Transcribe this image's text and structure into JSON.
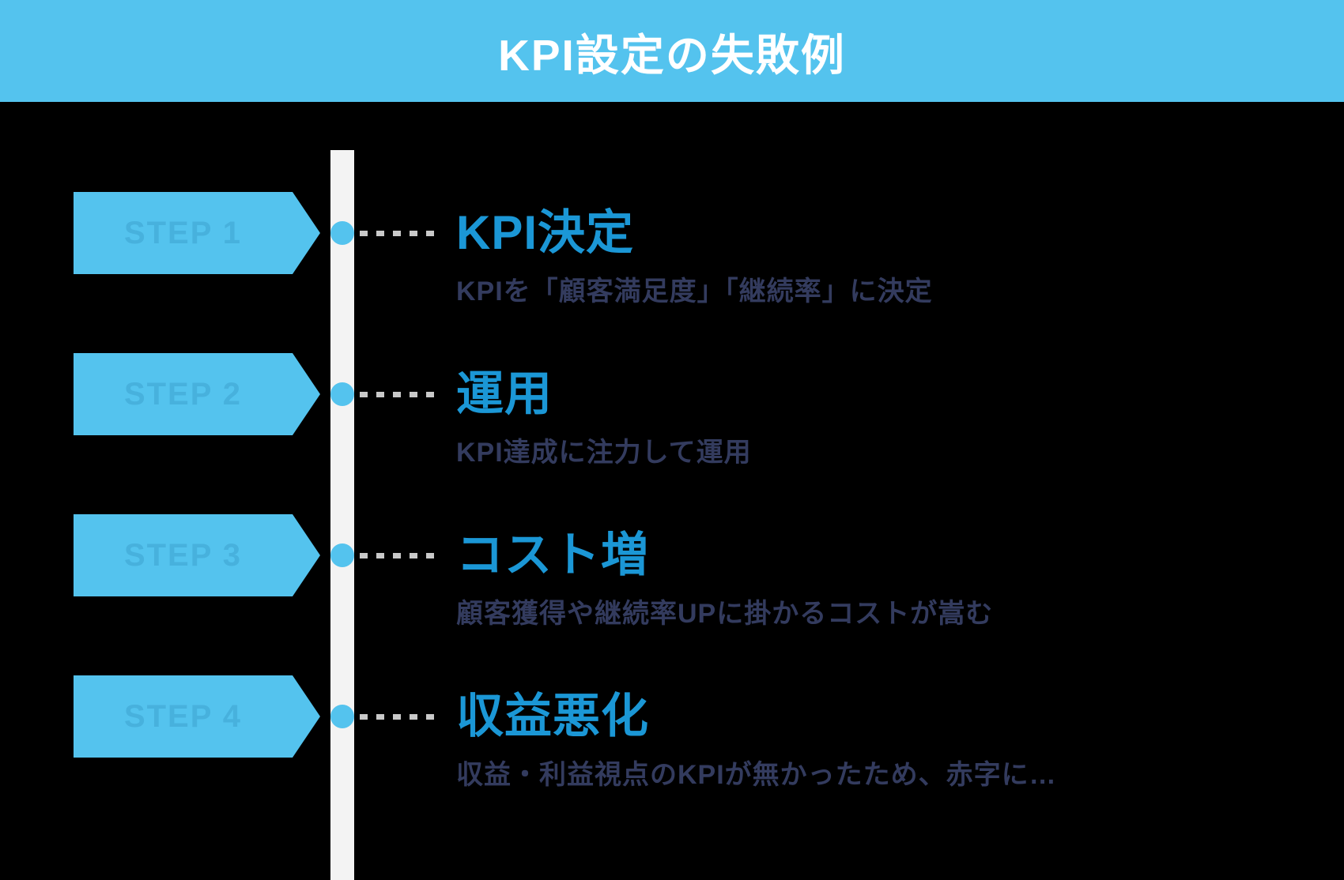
{
  "header": {
    "title": "KPI設定の失敗例"
  },
  "colors": {
    "accent_blue": "#54c3ee",
    "heading_blue": "#1b97d6",
    "body_navy": "#333b5e",
    "step_label_blue": "#47b1dd",
    "timeline_bar_gray": "#f3f3f3",
    "connector_gray": "#c9c9c9",
    "title_white": "#ffffff",
    "background_black": "#000000"
  },
  "steps": [
    {
      "label": "STEP 1",
      "heading": "KPI決定",
      "description": "KPIを「顧客満足度」「継続率」に決定"
    },
    {
      "label": "STEP 2",
      "heading": "運用",
      "description": "KPI達成に注力して運用"
    },
    {
      "label": "STEP 3",
      "heading": "コスト増",
      "description": "顧客獲得や継続率UPに掛かるコストが嵩む"
    },
    {
      "label": "STEP 4",
      "heading": "収益悪化",
      "description": "収益・利益視点のKPIが無かったため、赤字に…"
    }
  ]
}
